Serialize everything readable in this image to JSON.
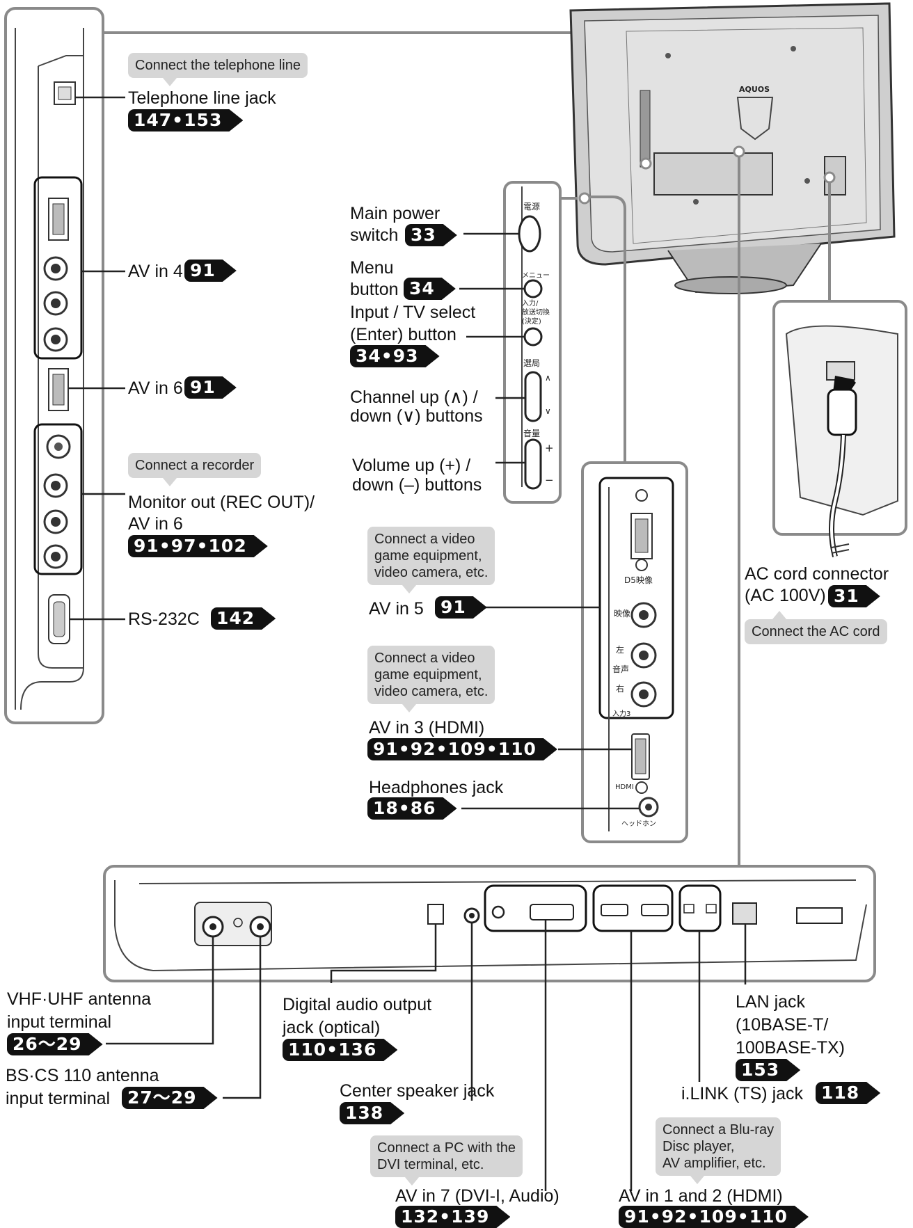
{
  "notes": {
    "telephone": "Connect the telephone line",
    "recorder": "Connect a recorder",
    "game1": "Connect a video\ngame equipment,\nvideo camera, etc.",
    "game2": "Connect a video\ngame equipment,\nvideo camera, etc.",
    "ac": "Connect the AC cord",
    "pc": "Connect a PC with the\nDVI terminal, etc.",
    "bluray": "Connect a Blu-ray\nDisc player,\nAV amplifier, etc."
  },
  "labels": {
    "telephone_jack": "Telephone line jack",
    "av4": "AV in 4",
    "av6": "AV in 6",
    "monitor_out_1": "Monitor out (REC OUT)/",
    "monitor_out_2": "AV in 6",
    "rs232c": "RS-232C",
    "main_power_1": "Main power",
    "main_power_2": "switch",
    "menu_1": "Menu",
    "menu_2": "button",
    "input_1": "Input / TV select",
    "input_2": "(Enter) button",
    "channel_1": "Channel up (∧) /",
    "channel_2": "down (∨) buttons",
    "volume_1": "Volume up (+) /",
    "volume_2": "down (–) buttons",
    "av5": "AV in 5",
    "av3": "AV in 3 (HDMI)",
    "headphones": "Headphones jack",
    "ac_1": "AC cord connector",
    "ac_2": "(AC 100V)",
    "vhf_1": "VHF·UHF antenna",
    "vhf_2": "input terminal",
    "bs_1": "BS·CS 110 antenna",
    "bs_2": "input terminal",
    "digital_1": "Digital audio output",
    "digital_2": "jack (optical)",
    "center": "Center speaker jack",
    "lan_1": "LAN jack",
    "lan_2": "(10BASE-T/",
    "lan_3": "100BASE-TX)",
    "ilink": "i.LINK (TS) jack",
    "av7": "AV in 7 (DVI-I, Audio)",
    "av12": "AV in 1 and 2 (HDMI)"
  },
  "pages": {
    "telephone": "147•153",
    "av4": "91",
    "av6": "91",
    "monitor_out": "91•97•102",
    "rs232c": "142",
    "main_power": "33",
    "menu": "34",
    "input": "34•93",
    "av5": "91",
    "av3": "91•92•109•110",
    "headphones": "18•86",
    "ac": "31",
    "vhf": "26〜29",
    "bs": "27〜29",
    "digital": "110•136",
    "center": "138",
    "lan": "153",
    "ilink": "118",
    "av7": "132•139",
    "av12": "91•92•109•110"
  },
  "panel_text": {
    "power": "電源",
    "menu": "メニュー",
    "input": "入力/\n放送切換\n(決定)",
    "channel": "選局",
    "volume": "音量",
    "d5": "D5映像",
    "video": "映像",
    "left": "左",
    "audio": "音声",
    "right": "右",
    "input3": "入力3",
    "hdmi": "HDMI",
    "headphone": "ヘッドホン",
    "brand": "AQUOS",
    "plus": "+",
    "minus": "−",
    "up": "∧",
    "down": "∨"
  }
}
